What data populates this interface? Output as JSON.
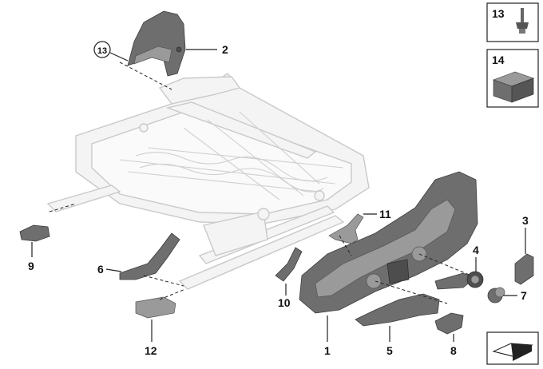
{
  "callouts": {
    "c1": "1",
    "c2": "2",
    "c3": "3",
    "c4": "4",
    "c5": "5",
    "c6": "6",
    "c7": "7",
    "c8": "8",
    "c9": "9",
    "c10": "10",
    "c11": "11",
    "c12": "12",
    "c13_circled": "13",
    "c13_box": "13",
    "c14_box": "14"
  }
}
